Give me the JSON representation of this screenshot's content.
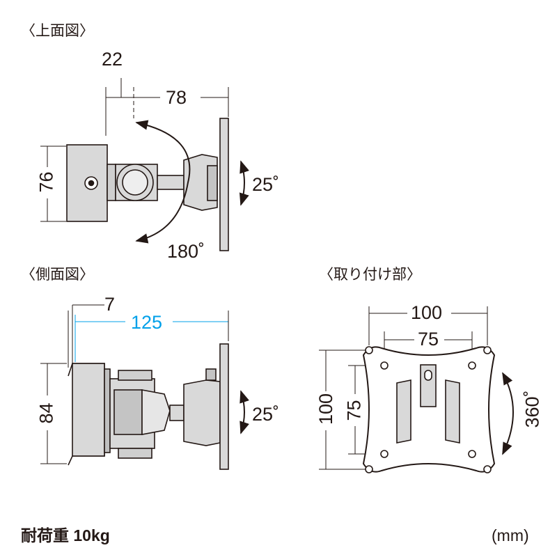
{
  "colors": {
    "ink": "#231815",
    "fill": "#d9d9d9",
    "dark_fill": "#b3b3b3",
    "accent": "#00a0e9"
  },
  "top_view": {
    "title": "〈上面図〉",
    "dim_offset": "22",
    "dim_depth": "78",
    "dim_height": "76",
    "tilt": "25˚",
    "swivel": "180˚"
  },
  "side_view": {
    "title": "〈側面図〉",
    "dim_offset": "7",
    "dim_extension": "125",
    "dim_height": "84",
    "tilt": "25˚"
  },
  "mount_view": {
    "title": "〈取り付け部〉",
    "dim_width_outer": "100",
    "dim_width_inner": "75",
    "dim_height_outer": "100",
    "dim_height_inner": "75",
    "rotation": "360˚"
  },
  "footer": {
    "load_capacity": "耐荷重 10kg",
    "unit": "(mm)"
  }
}
